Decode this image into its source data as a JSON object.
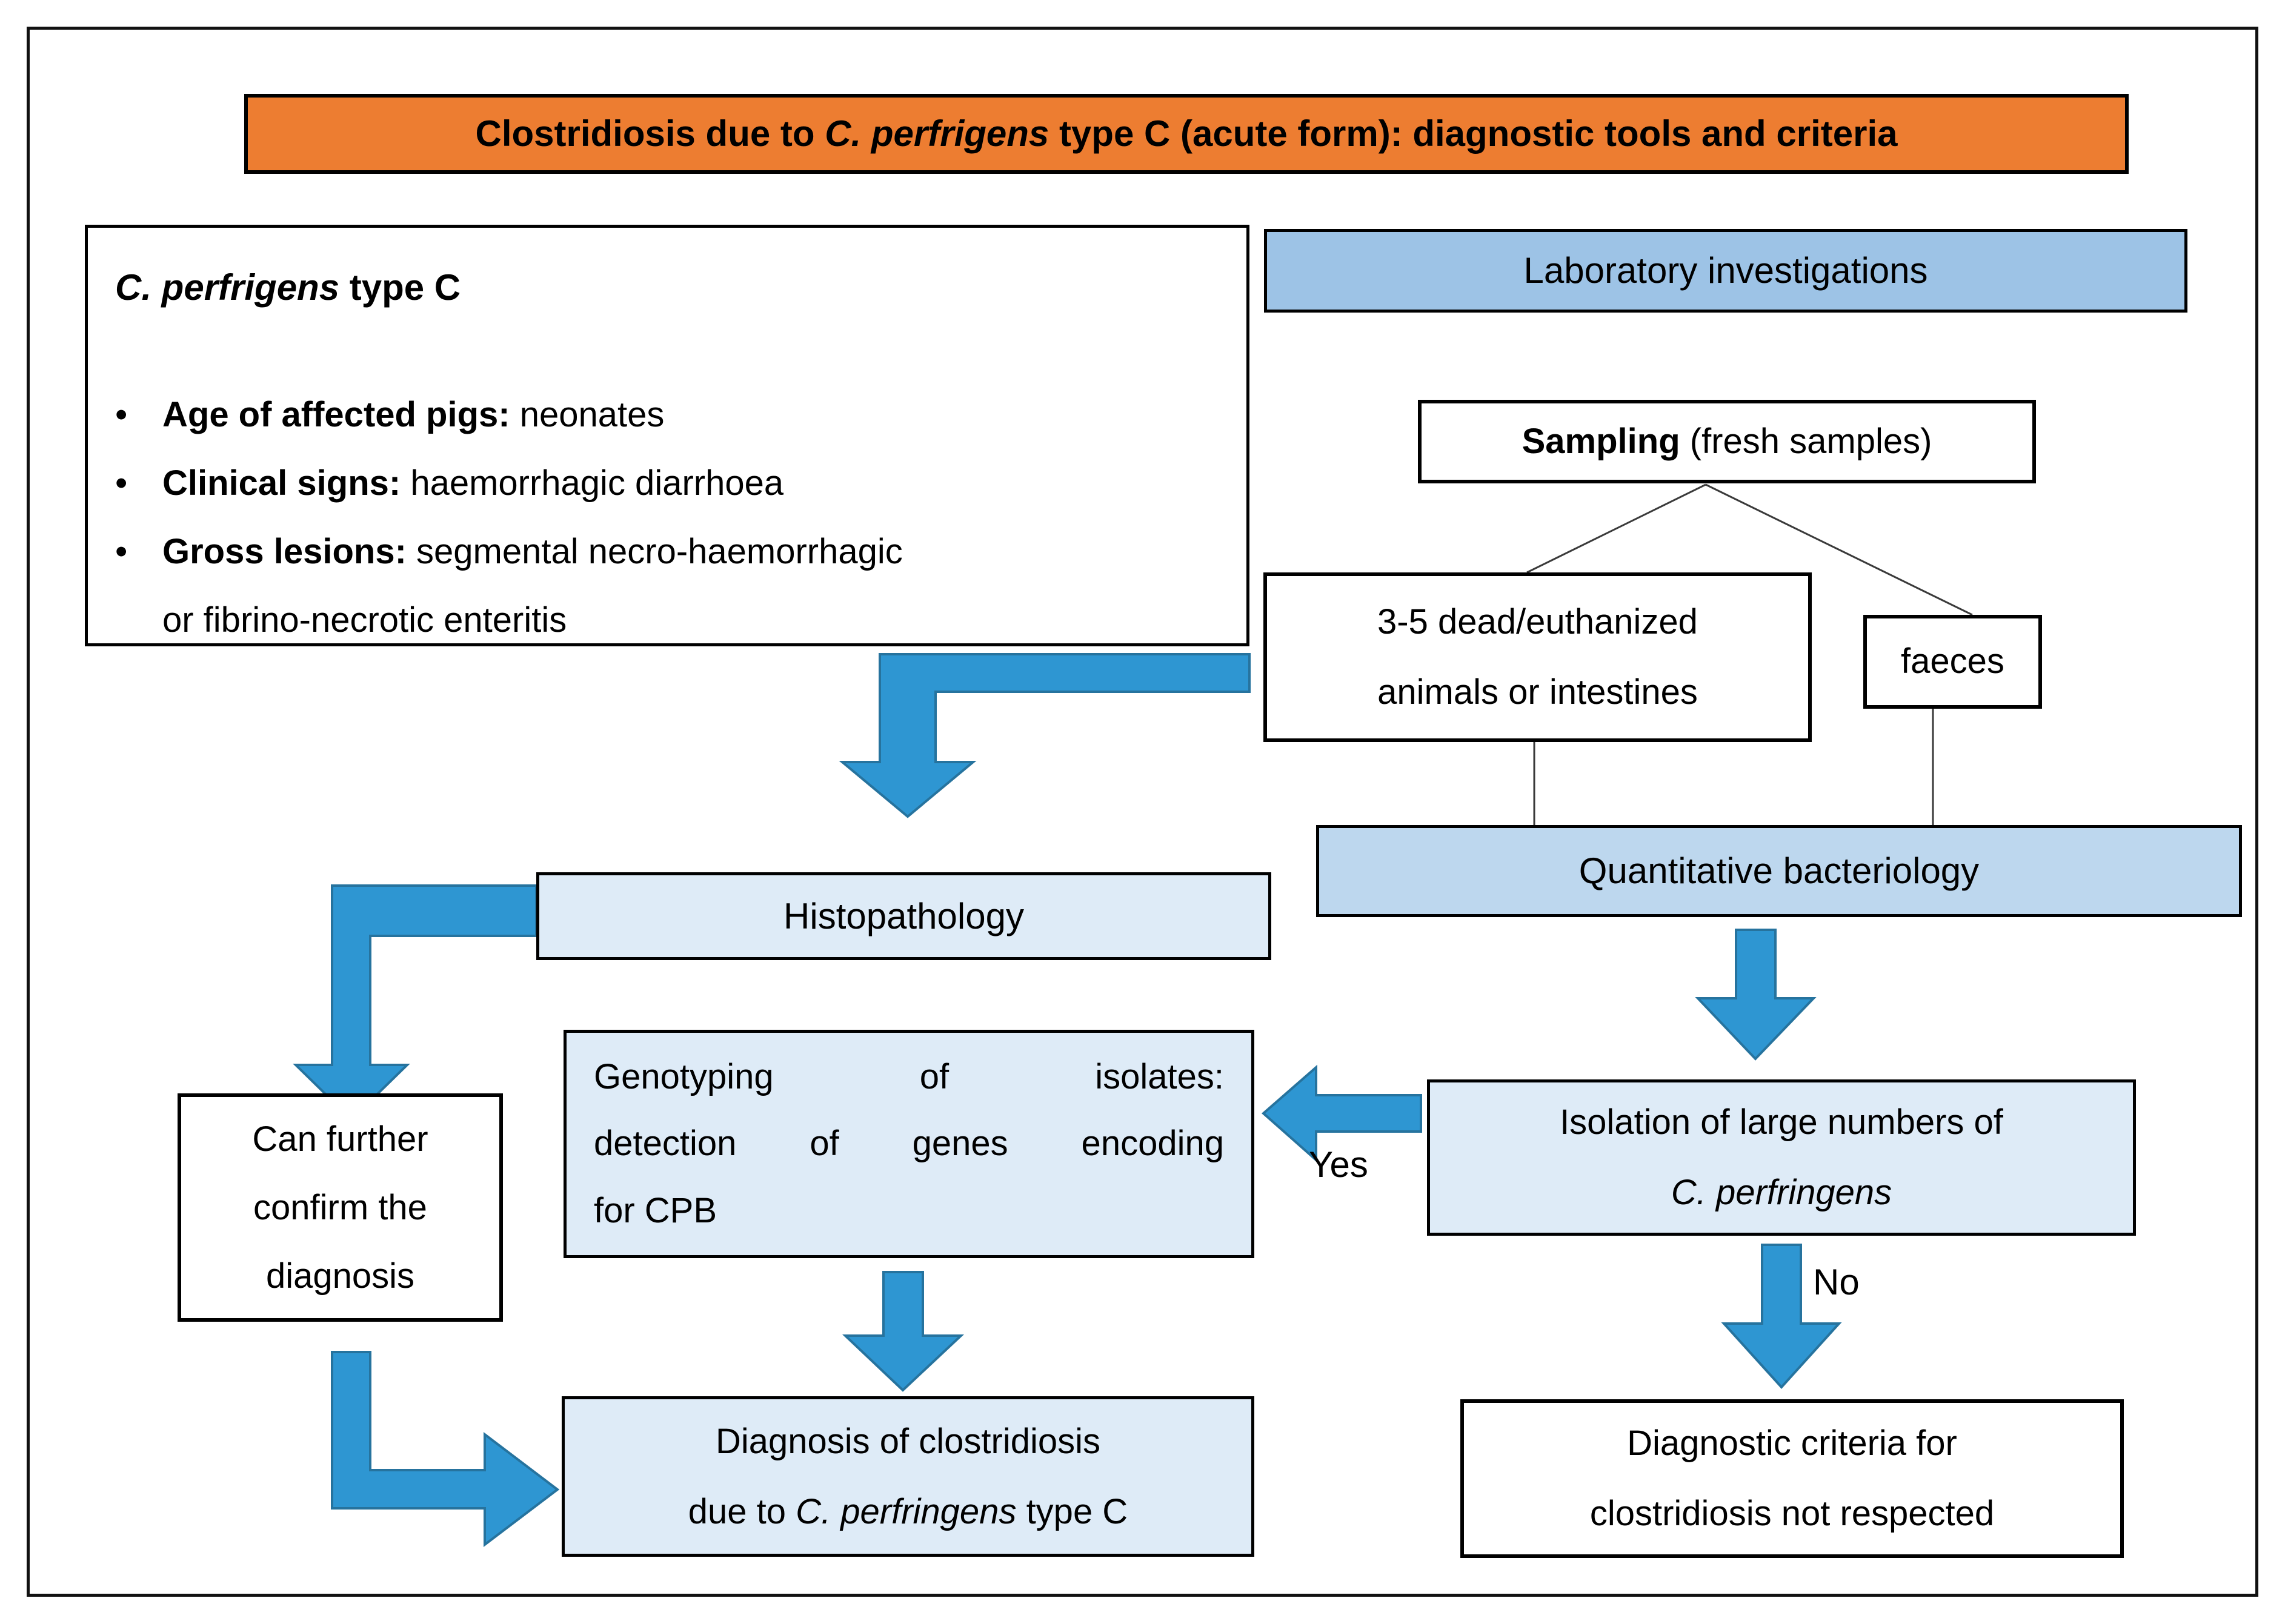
{
  "title": {
    "pre": "Clostridiosis due to ",
    "italic": "C. perfrigens",
    "post": " type C (acute form): diagnostic tools and criteria"
  },
  "info_box": {
    "heading_italic": "C. perfrigens",
    "heading_rest": " type C",
    "bullet_glyph": "•",
    "bullets": [
      {
        "label": "Age of affected pigs:",
        "text": " neonates"
      },
      {
        "label": "Clinical signs:",
        "text": " haemorrhagic diarrhoea"
      },
      {
        "label": "Gross lesions:",
        "text": " segmental necro-haemorrhagic",
        "text2": "or fibrino-necrotic enteritis"
      }
    ]
  },
  "lab_box": {
    "label": "Laboratory investigations"
  },
  "sampling_box": {
    "bold": "Sampling",
    "rest": " (fresh samples)"
  },
  "dead_animals_box": {
    "line1": "3-5 dead/euthanized",
    "line2": "animals or intestines"
  },
  "faeces_box": {
    "label": "faeces"
  },
  "quant_box": {
    "label": "Quantitative bacteriology"
  },
  "histo_box": {
    "label": "Histopathology"
  },
  "genotyping_box": {
    "line1": "Genotyping of isolates:",
    "line2": "detection of genes encoding",
    "line3": "for CPB"
  },
  "confirm_box": {
    "line1": "Can further",
    "line2": "confirm the",
    "line3": "diagnosis"
  },
  "isolation_box": {
    "line1": "Isolation of large numbers of",
    "line2_italic": "C. perfringens"
  },
  "diagnosis_box": {
    "line1": "Diagnosis of clostridiosis",
    "line2_pre": "due to ",
    "line2_italic": "C. perfringens",
    "line2_post": " type C"
  },
  "criteria_box": {
    "line1": "Diagnostic criteria for",
    "line2": "clostridiosis not respected"
  },
  "flow_labels": {
    "yes": "Yes",
    "no": "No"
  },
  "colors": {
    "title_orange": "#ED7D31",
    "header_blue": "#9DC3E6",
    "mid_blue": "#BDD7EE",
    "pale_blue": "#DEEBF7",
    "arrow_fill": "#2E96D2",
    "arrow_stroke": "#26739E",
    "border_black": "#000000"
  }
}
